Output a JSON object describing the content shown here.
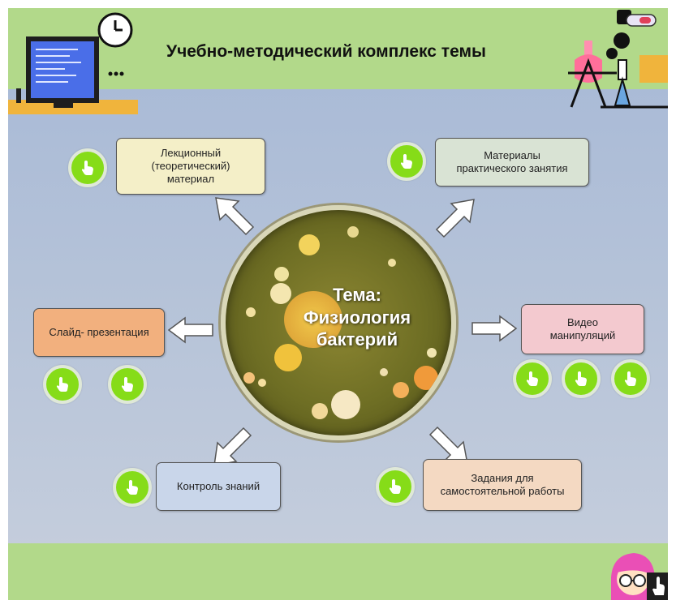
{
  "title": "Учебно-методический комплекс темы",
  "center": {
    "line1": "Тема:",
    "line2": "Физиология",
    "line3": "бактерий"
  },
  "nodes": {
    "lecture": {
      "lines": [
        "Лекционный",
        "(теоретический)",
        "материал"
      ]
    },
    "practice": {
      "lines": [
        "Материалы",
        "практического занятия"
      ]
    },
    "slides": {
      "lines": [
        "Слайд- презентация"
      ]
    },
    "video": {
      "lines": [
        "Видео",
        "манипуляций"
      ]
    },
    "control": {
      "lines": [
        "Контроль знаний"
      ]
    },
    "tasks": {
      "lines": [
        "Задания для",
        "самостоятельной работы"
      ]
    }
  },
  "icons": {
    "button": "hand-pointer-icon",
    "top_left": "computer-clock-icon",
    "top_right": "lab-flask-icon",
    "bottom_right": "teacher-avatar-icon"
  },
  "colors": {
    "bar_green": "#b2d98a",
    "button_green": "#86dc18",
    "lecture": "#f4efc8",
    "practice": "#d9e3d4",
    "slides": "#f2b07e",
    "video": "#f3c9cf",
    "control": "#c9d6ea",
    "tasks": "#f4d9c2"
  }
}
